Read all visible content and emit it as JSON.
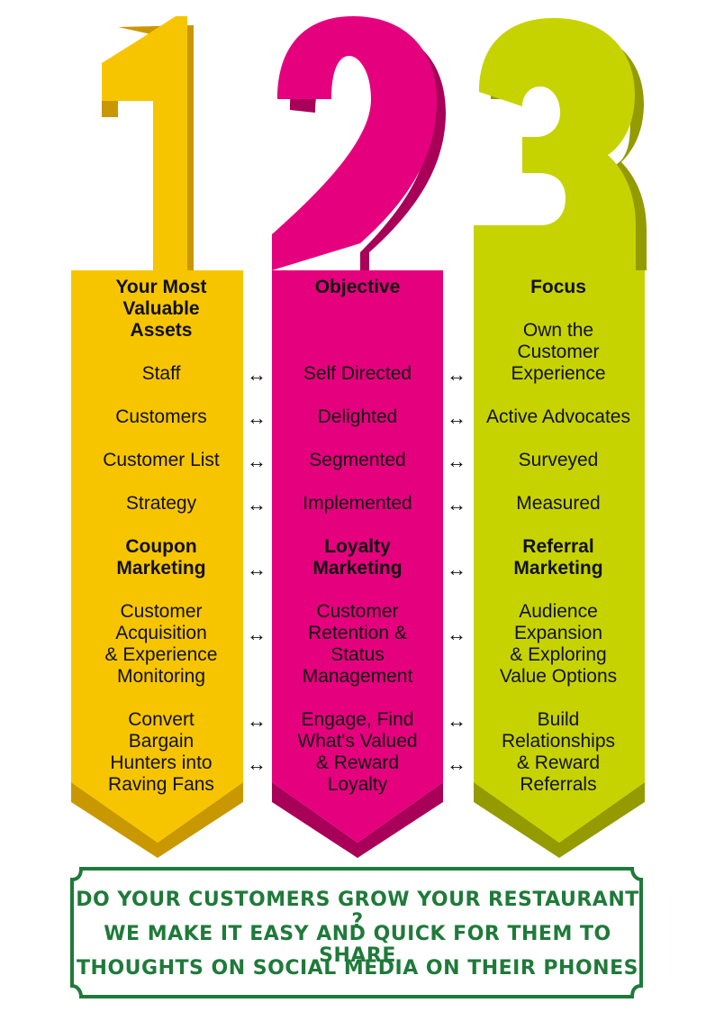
{
  "colors": {
    "col1": "#f7c500",
    "col1_shade": "#c99700",
    "col2": "#e5007e",
    "col2_shade": "#a80058",
    "col3": "#c6d300",
    "col3_shade": "#949b00",
    "banner_text": "#1f7a3a",
    "banner_border": "#1f7a3a"
  },
  "numbers": [
    "1",
    "2",
    "3"
  ],
  "columns": [
    {
      "header": "Your Most\nValuable\nAssets",
      "items": [
        "Staff",
        "Customers",
        "Customer List",
        "Strategy"
      ],
      "section": "Coupon\nMarketing",
      "detail1": "Customer\nAcquisition\n& Experience\nMonitoring",
      "detail2": "Convert\nBargain\nHunters into\nRaving Fans"
    },
    {
      "header": "Objective",
      "items": [
        "Self Directed",
        "Delighted",
        "Segmented",
        "Implemented"
      ],
      "section": "Loyalty\nMarketing",
      "detail1": "Customer\nRetention &\nStatus\nManagement",
      "detail2": "Engage, Find\nWhat's Valued\n& Reward\nLoyalty"
    },
    {
      "header": "Focus",
      "items": [
        "Own the\nCustomer\nExperience",
        "Active Advocates",
        "Surveyed",
        "Measured"
      ],
      "section": "Referral\nMarketing",
      "detail1": "Audience\nExpansion\n& Exploring\nValue Options",
      "detail2": "Build\nRelationships\n& Reward\nReferrals"
    }
  ],
  "arrow_glyph": "↔",
  "banner": {
    "line1": "DO YOUR CUSTOMERS GROW YOUR RESTAURANT ?",
    "line2": "WE MAKE IT EASY AND QUICK FOR THEM TO SHARE",
    "line3": "THOUGHTS ON SOCIAL MEDIA ON THEIR PHONES"
  }
}
